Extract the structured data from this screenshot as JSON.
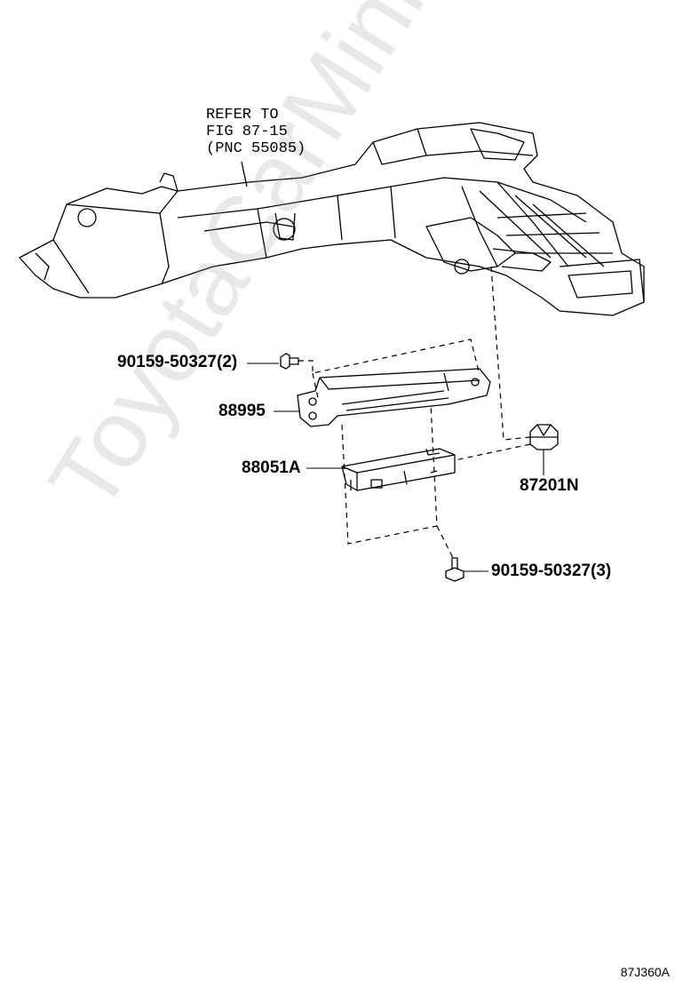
{
  "callouts": {
    "refer_line1": "REFER TO",
    "refer_line2": "FIG 87-15",
    "refer_line3": "(PNC 55085)",
    "bolt_top": "90159-50327(2)",
    "bracket": "88995",
    "module": "88051A",
    "clip": "87201N",
    "bolt_bottom": "90159-50327(3)"
  },
  "figure_code": "87J360A",
  "watermark": "ToyotaCarMini.ru"
}
